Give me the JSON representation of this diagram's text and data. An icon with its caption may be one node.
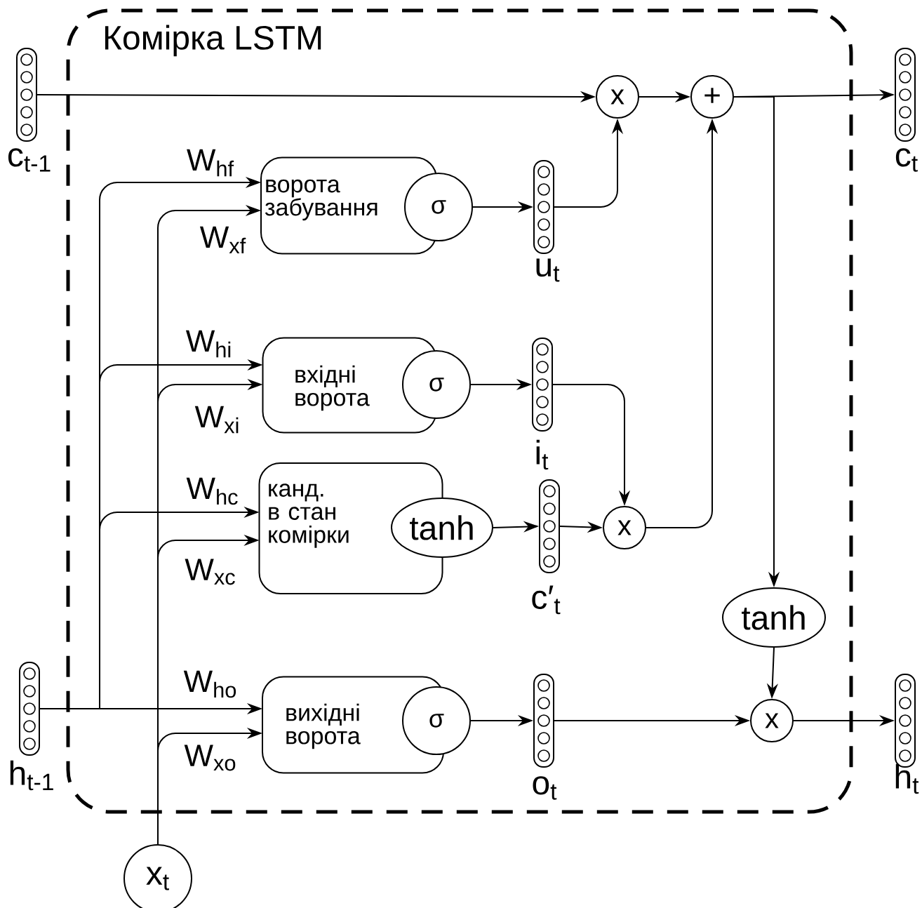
{
  "diagram": {
    "nodes": [
      {
        "text": [
          "Комірка LSTM"
        ]
      },
      {
        "text": [],
        "shape": "bar",
        "beside": [
          "c$_{t-1}$"
        ]
      },
      {
        "text": [
          "x"
        ],
        "in": 0
      },
      {
        "text": [
          "+"
        ],
        "in": 0
      },
      {
        "text": [],
        "shape": "bar",
        "beside": [
          "c$_{t}$"
        ]
      },
      {
        "text": [
          "ворота забування"
        ],
        "in": 0
      },
      {
        "text": [
          "σ"
        ],
        "in": 0
      },
      {
        "text": [],
        "shape": "bar",
        "beside": [
          "u$_{t}$"
        ],
        "in": 0
      },
      {
        "text": [
          "вхідні ворота"
        ],
        "in": 0
      },
      {
        "text": [
          "σ"
        ],
        "in": 0
      },
      {
        "text": [],
        "shape": "bar",
        "beside": [
          "i$_{t}$"
        ],
        "in": 0
      },
      {
        "text": [
          "канд. в стан комірки"
        ],
        "in": 0
      },
      {
        "text": [
          "tanh"
        ],
        "in": 0
      },
      {
        "text": [],
        "shape": "bar",
        "beside": [
          "c′$_{t}$"
        ],
        "in": 0
      },
      {
        "text": [
          "x"
        ],
        "in": 0
      },
      {
        "text": [
          "tanh"
        ],
        "in": 0
      },
      {
        "text": [],
        "shape": "bar",
        "beside": [
          "h$_{t-1}$"
        ]
      },
      {
        "text": [
          "вихідні ворота"
        ],
        "in": 0
      },
      {
        "text": [
          "σ"
        ],
        "in": 0
      },
      {
        "text": [],
        "shape": "bar",
        "beside": [
          "o$_{t}$"
        ],
        "in": 0
      },
      {
        "text": [
          "x"
        ],
        "in": 0
      },
      {
        "text": [],
        "shape": "bar",
        "beside": [
          "h$_{t}$"
        ]
      },
      {
        "text": [
          "x$_{t}$"
        ]
      }
    ],
    "edges": [
      {
        "from": 1,
        "to": 2,
        "arrow": "to"
      },
      {
        "from": 2,
        "to": 3,
        "arrow": "to"
      },
      {
        "from": 3,
        "to": 4,
        "arrow": "to"
      },
      {
        "from": 6,
        "to": 7,
        "arrow": "to"
      },
      {
        "from": 7,
        "to": 2,
        "arrow": "to"
      },
      {
        "from": 9,
        "to": 10,
        "arrow": "to"
      },
      {
        "from": 10,
        "to": 14,
        "arrow": "to"
      },
      {
        "from": 12,
        "to": 13,
        "arrow": "to"
      },
      {
        "from": 13,
        "to": 14,
        "arrow": "to"
      },
      {
        "from": 14,
        "to": 3,
        "arrow": "to"
      },
      {
        "from": 3,
        "to": 15,
        "arrow": "to"
      },
      {
        "from": 15,
        "to": 20,
        "arrow": "to"
      },
      {
        "from": 18,
        "to": 19,
        "arrow": "to"
      },
      {
        "from": 19,
        "to": 20,
        "arrow": "to"
      },
      {
        "from": 20,
        "to": 21,
        "arrow": "to"
      },
      {
        "from": 16,
        "to": 5,
        "arrow": "to",
        "label": "W$_{hf}$"
      },
      {
        "from": 22,
        "to": 5,
        "arrow": "to",
        "label": "W$_{xf}$"
      },
      {
        "from": 16,
        "to": 8,
        "arrow": "to",
        "label": "W$_{hi}$"
      },
      {
        "from": 22,
        "to": 8,
        "arrow": "to",
        "label": "W$_{xi}$"
      },
      {
        "from": 16,
        "to": 11,
        "arrow": "to",
        "label": "W$_{hc}$"
      },
      {
        "from": 22,
        "to": 11,
        "arrow": "to",
        "label": "W$_{xc}$"
      },
      {
        "from": 16,
        "to": 17,
        "arrow": "to",
        "label": "W$_{ho}$"
      },
      {
        "from": 22,
        "to": 17,
        "arrow": "to",
        "label": "W$_{xo}$"
      }
    ]
  }
}
